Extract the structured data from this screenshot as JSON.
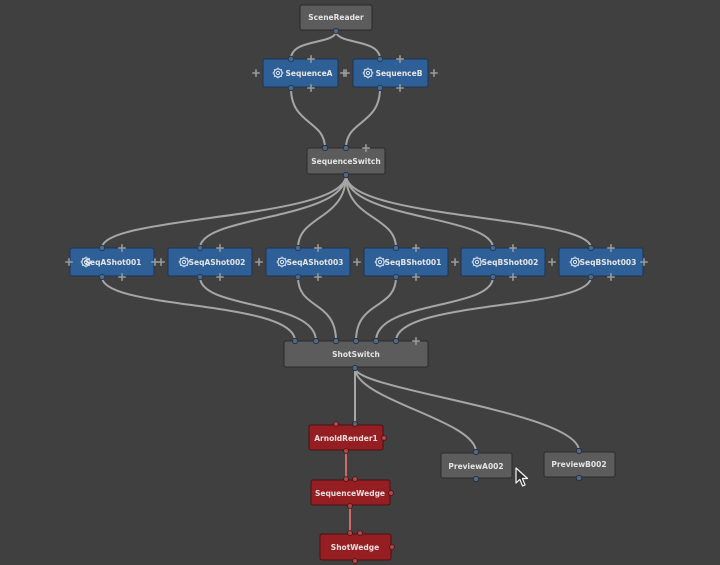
{
  "graph": {
    "scene_reader": "SceneReader",
    "sequence_a": "SequenceA",
    "sequence_b": "SequenceB",
    "sequence_switch": "SequenceSwitch",
    "shots": [
      "SeqAShot001",
      "SeqAShot002",
      "SeqAShot003",
      "SeqBShot001",
      "SeqBShot002",
      "SeqBShot003"
    ],
    "shot_switch": "ShotSwitch",
    "arnold_render": "ArnoldRender1",
    "sequence_wedge": "SequenceWedge",
    "shot_wedge": "ShotWedge",
    "preview_a": "PreviewA002",
    "preview_b": "PreviewB002"
  },
  "colors": {
    "background": "#404040",
    "node_gray": "#5c5c5c",
    "node_blue": "#2f5f97",
    "node_red": "#951e22",
    "wire": "#a6a6a6",
    "wire_red": "#c86b6b"
  },
  "icons": {
    "box_node": "gear-icon",
    "plug": "plus-icon",
    "cursor": "mouse-pointer-icon"
  }
}
